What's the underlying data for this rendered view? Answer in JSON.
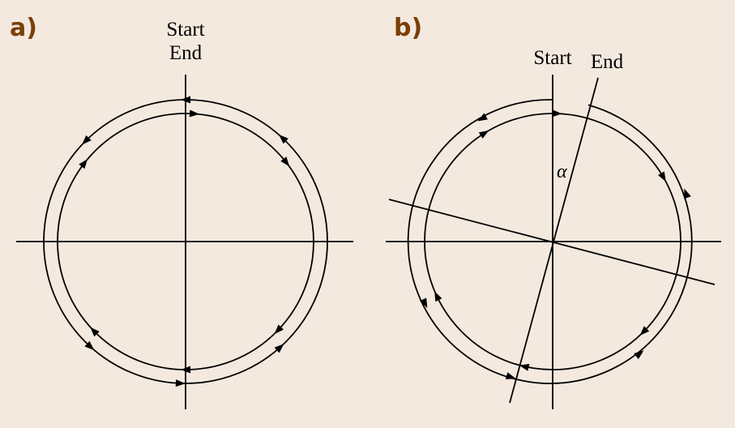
{
  "colors": {
    "background": "#f4e9df",
    "label": "#7a3f07",
    "ink": "#000000"
  },
  "panel_a": {
    "label": "a)",
    "start_label": "Start",
    "end_label": "End"
  },
  "panel_b": {
    "label": "b)",
    "start_label": "Start",
    "end_label": "End",
    "angle_label": "α"
  }
}
